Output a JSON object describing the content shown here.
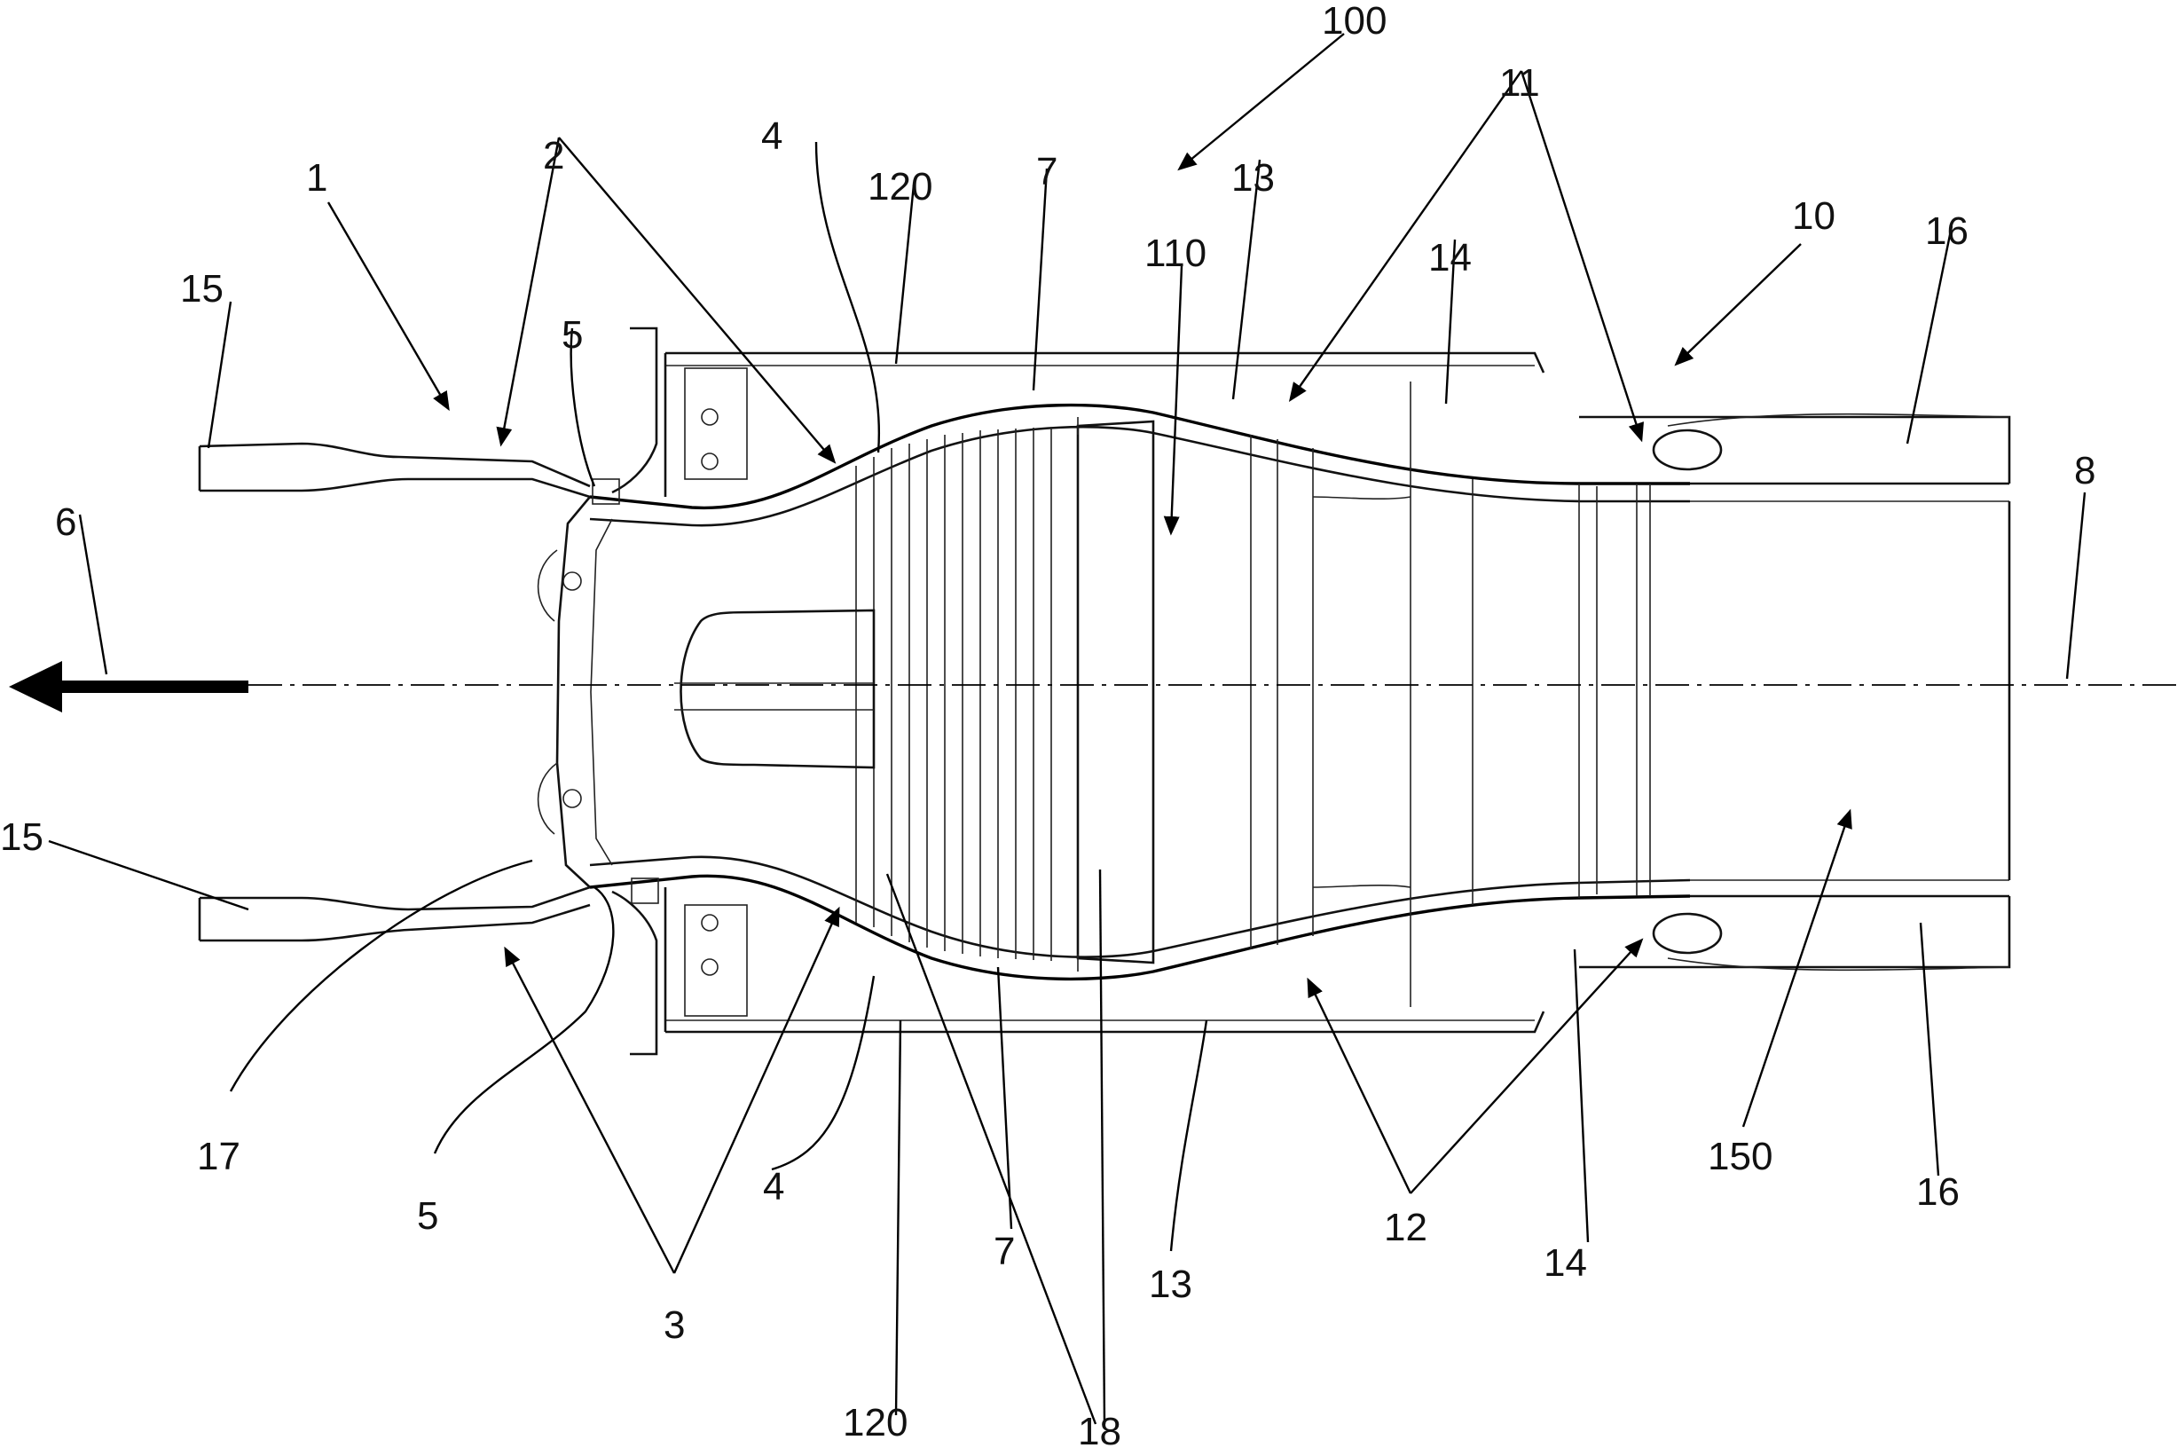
{
  "figure": {
    "reference_numerals": {
      "r100": "100",
      "r1": "1",
      "r2": "2",
      "r4_top": "4",
      "r120_top": "120",
      "r7_top": "7",
      "r13_top": "13",
      "r110": "110",
      "r11": "11",
      "r14_top": "14",
      "r10": "10",
      "r16_top": "16",
      "r15_top": "15",
      "r5_top": "5",
      "r6": "6",
      "r8": "8",
      "r15_bottom": "15",
      "r17": "17",
      "r5_bottom": "5",
      "r3": "3",
      "r4_bottom": "4",
      "r120_bottom": "120",
      "r7_bottom": "7",
      "r18": "18",
      "r13_bottom": "13",
      "r12": "12",
      "r14_bottom": "14",
      "r150": "150",
      "r16_bottom": "16"
    }
  }
}
